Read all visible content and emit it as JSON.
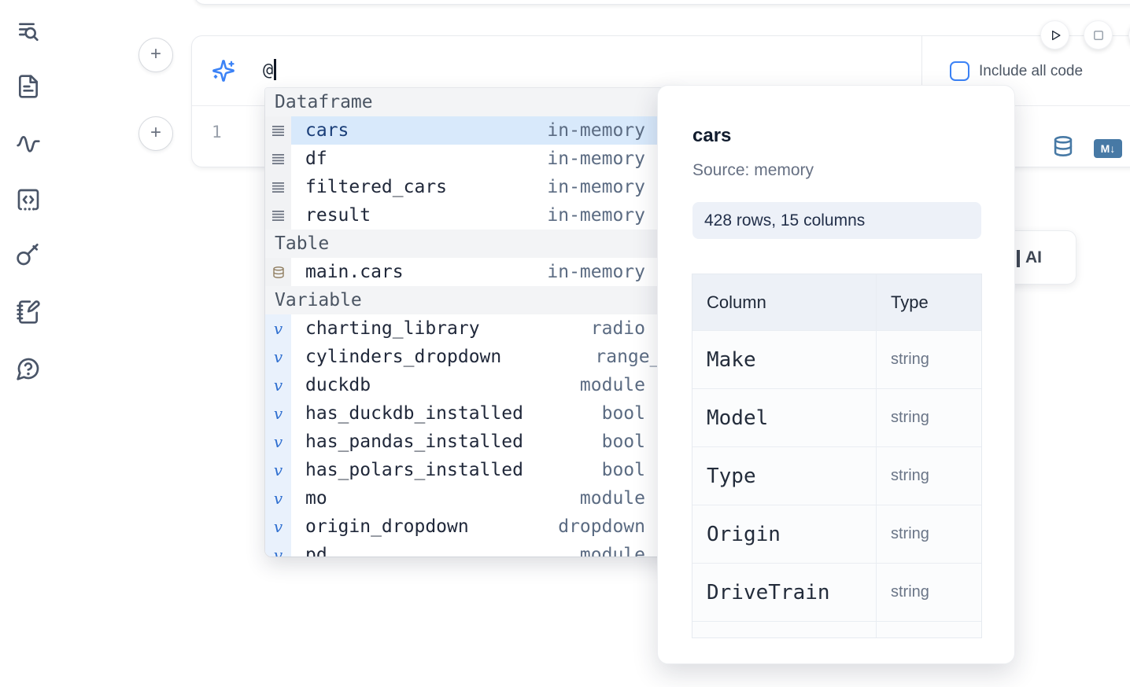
{
  "colors": {
    "accent_blue": "#3b82f6",
    "sidebar_icon": "#4a5568",
    "selected_row_bg": "#d8e9fb",
    "db_icon_blue": "#4779a5",
    "popup_pill_bg": "#edf1f8"
  },
  "sidebar": {
    "icons": [
      {
        "name": "list-search-icon"
      },
      {
        "name": "file-text-icon"
      },
      {
        "name": "activity-icon"
      },
      {
        "name": "code-square-icon"
      },
      {
        "name": "key-icon"
      },
      {
        "name": "notebook-pen-icon"
      },
      {
        "name": "help-circle-icon"
      }
    ]
  },
  "ai_prompt": {
    "value": "@"
  },
  "include_code": {
    "label": "Include all code",
    "checked": false
  },
  "run_controls": {
    "play_icon": "play-icon",
    "stop_icon": "stop-icon"
  },
  "cell": {
    "line_number": "1",
    "markdown_badge": "M↓",
    "plus_label": "+"
  },
  "ai_card": {
    "label": "AI"
  },
  "autocomplete": {
    "sections": [
      {
        "label": "Dataframe",
        "items": [
          {
            "name": "cars",
            "type": "in-memory",
            "selected": true
          },
          {
            "name": "df",
            "type": "in-memory"
          },
          {
            "name": "filtered_cars",
            "type": "in-memory"
          },
          {
            "name": "result",
            "type": "in-memory"
          }
        ]
      },
      {
        "label": "Table",
        "items": [
          {
            "name": "main.cars",
            "type": "in-memory"
          }
        ]
      },
      {
        "label": "Variable",
        "items": [
          {
            "name": "charting_library",
            "type": "radio"
          },
          {
            "name": "cylinders_dropdown",
            "type": "range_sli"
          },
          {
            "name": "duckdb",
            "type": "module"
          },
          {
            "name": "has_duckdb_installed",
            "type": "bool"
          },
          {
            "name": "has_pandas_installed",
            "type": "bool"
          },
          {
            "name": "has_polars_installed",
            "type": "bool"
          },
          {
            "name": "mo",
            "type": "module"
          },
          {
            "name": "origin_dropdown",
            "type": "dropdown"
          },
          {
            "name": "pd",
            "type": "module"
          }
        ]
      }
    ]
  },
  "popup": {
    "title": "cars",
    "source": "Source: memory",
    "shape": "428 rows, 15 columns",
    "table": {
      "headers": [
        "Column",
        "Type"
      ],
      "rows": [
        [
          "Make",
          "string"
        ],
        [
          "Model",
          "string"
        ],
        [
          "Type",
          "string"
        ],
        [
          "Origin",
          "string"
        ],
        [
          "DriveTrain",
          "string"
        ]
      ]
    }
  }
}
